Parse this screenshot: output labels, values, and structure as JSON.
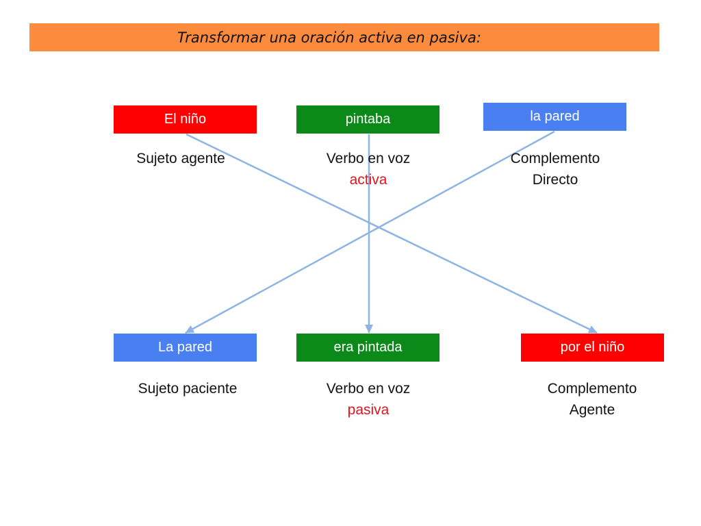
{
  "title": "Transformar una oración activa en pasiva:",
  "active": {
    "subject": {
      "text": "El niño",
      "label": "Sujeto agente"
    },
    "verb": {
      "text": "pintaba",
      "label_line1": "Verbo en voz",
      "label_line2": "activa"
    },
    "object": {
      "text": "la pared",
      "label_line1": "Complemento",
      "label_line2": "Directo"
    }
  },
  "passive": {
    "subject": {
      "text": "La pared",
      "label": "Sujeto paciente"
    },
    "verb": {
      "text": "era pintada",
      "label_line1": "Verbo en voz",
      "label_line2": "pasiva"
    },
    "agent": {
      "text": "por el niño",
      "label_line1": "Complemento",
      "label_line2": "Agente"
    }
  },
  "colors": {
    "title_bg": "#fd8b3d",
    "red": "#fe0000",
    "green": "#0b8a1a",
    "blue": "#4a7ff2",
    "arrow": "#8db4e2",
    "accent_text": "#e0141c"
  }
}
